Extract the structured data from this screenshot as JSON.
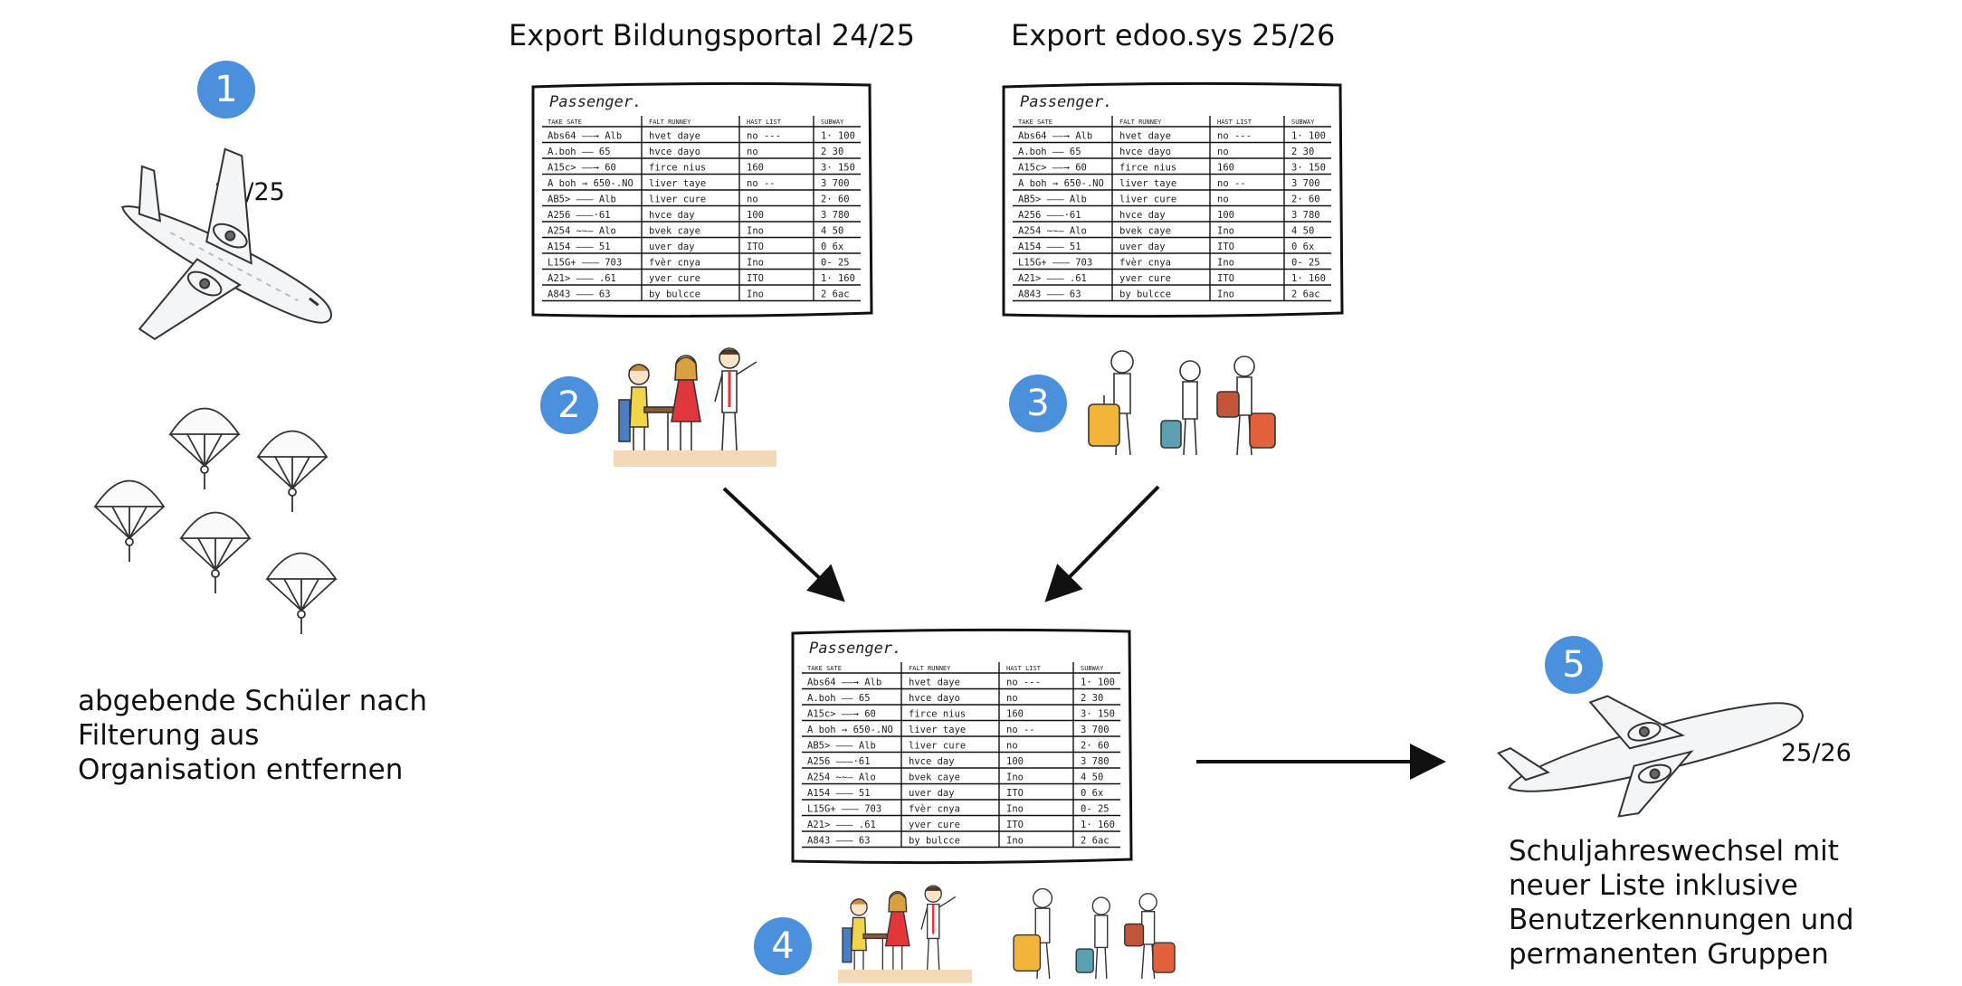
{
  "steps": [
    {
      "number": "1",
      "year": "24/25",
      "caption": [
        "abgebende Schüler nach",
        "Filterung aus",
        "Organisation entfernen"
      ]
    },
    {
      "number": "2",
      "title": "Export Bildungsportal 24/25"
    },
    {
      "number": "3",
      "title": "Export edoo.sys 25/26"
    },
    {
      "number": "4"
    },
    {
      "number": "5",
      "year": "25/26",
      "caption": [
        "Schuljahreswechsel mit",
        "neuer Liste inklusive",
        "Benutzerkennungen und",
        "permanenten Gruppen"
      ]
    }
  ],
  "sheet": {
    "heading": "Passenger.",
    "columns": [
      "TAKE SATE",
      "FALT RUNNEY",
      "HAST LIST",
      "SUBWAY"
    ],
    "rows": [
      [
        "Abs64 ——→ Alb",
        "hvet daye",
        "no ---",
        "1· 100"
      ],
      [
        "A.boh —— 65",
        "hvce dayo",
        "no",
        "2 30"
      ],
      [
        "A15c> ——→ 60",
        "firce nius",
        "160",
        "3· 150"
      ],
      [
        "A boh → 650-.NO",
        "liver taye",
        "no --",
        "3 700"
      ],
      [
        "AB5> ——— Alb",
        "liver cure",
        "no",
        "2· 60"
      ],
      [
        "A256 ———·61",
        "hvce day",
        "100",
        "3 780"
      ],
      [
        "A254 ~~— Alo",
        "bvek caye",
        "Ino",
        "4 50"
      ],
      [
        "A154 ——— 51",
        "uver day",
        "ITO",
        "0 6x"
      ],
      [
        "L15G+ ——— 703",
        "fvèr cnya",
        "Ino",
        "0- 25"
      ],
      [
        "A21> ——— .61",
        "yver cure",
        "ITO",
        "1· 160"
      ],
      [
        "A843 ——— 63",
        "by bulcce",
        "Ino",
        "2 6ac"
      ]
    ]
  },
  "colors": {
    "badge": "#4a90dd",
    "arrow": "#111111"
  }
}
